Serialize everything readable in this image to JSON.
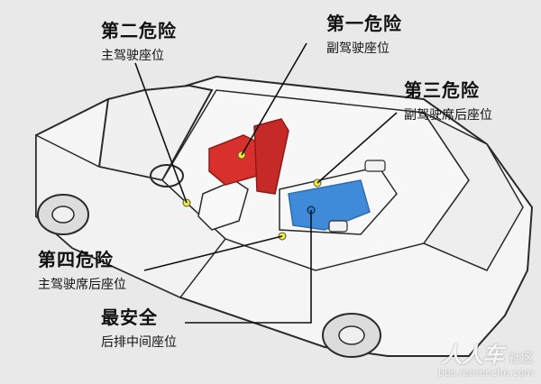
{
  "annotations": [
    {
      "id": "second",
      "title": "第二危险",
      "subtitle": "主驾驶座位"
    },
    {
      "id": "first",
      "title": "第一危险",
      "subtitle": "副驾驶座位"
    },
    {
      "id": "third",
      "title": "第三危险",
      "subtitle": "副驾驶席后座位"
    },
    {
      "id": "fourth",
      "title": "第四危险",
      "subtitle": "主驾驶席后座位"
    },
    {
      "id": "safest",
      "title": "最安全",
      "subtitle": "后排中间座位"
    }
  ],
  "watermark": {
    "logo": "人人车",
    "suffix": "社区",
    "url": "bbs.renrenche.com"
  },
  "colors": {
    "background": "#e9e9e9",
    "line": "#2a2a2a",
    "danger_seat": "#d8302c",
    "safest_seat": "#2b7fd6",
    "seat_marker": "#f2ea2a"
  }
}
